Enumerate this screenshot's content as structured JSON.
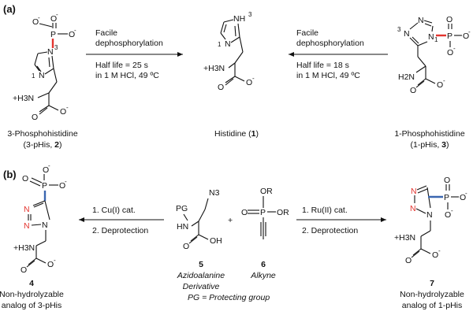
{
  "panels": {
    "a": "(a)",
    "b": "(b)"
  },
  "atoms": {
    "p": "P",
    "o": "O",
    "o_minus": "O",
    "minus": "-",
    "n": "N",
    "nh": "NH",
    "h": "H",
    "ammonium": "+H3N",
    "h2n": "H2N",
    "n3": "N3",
    "hn": "HN",
    "pg": "PG",
    "oh": "OH",
    "or": "OR",
    "num1": "1",
    "num3": "3",
    "plus": "+"
  },
  "panel_a": {
    "left_arrow": {
      "top1": "Facile",
      "top2": "dephosphorylation",
      "bottom1": "Half life = 25 s",
      "bottom2": "in 1 M HCl, 49 ºC"
    },
    "right_arrow": {
      "top1": "Facile",
      "top2": "dephosphorylation",
      "bottom1": "Half life = 18 s",
      "bottom2": "in 1 M HCl, 49 ºC"
    },
    "captions": {
      "left_line1": "3-Phosphohistidine",
      "left_pre": "(3-pHis, ",
      "left_num": "2",
      "left_post": ")",
      "mid_pre": "Histidine (",
      "mid_num": "1",
      "mid_post": ")",
      "right_line1": "1-Phosphohistidine",
      "right_pre": "(1-pHis, ",
      "right_num": "3",
      "right_post": ")"
    }
  },
  "panel_b": {
    "left_arrow": {
      "top": "1. Cu(I) cat.",
      "bottom": "2. Deprotection"
    },
    "right_arrow": {
      "top": "1. Ru(II) cat.",
      "bottom": "2. Deprotection"
    },
    "compounds": {
      "c4": "4",
      "c5": "5",
      "c6": "6",
      "c7": "7",
      "c4_line1": "Non-hydrolyzable",
      "c4_line2": "analog of 3-pHis",
      "c5_line1": "Azidoalanine",
      "c5_line2": "Derivative",
      "c5_line3": "PG = Protecting group",
      "c6_line1": "Alkyne",
      "c7_line1": "Non-hydrolyzable",
      "c7_line2": "analog of 1-pHis"
    }
  },
  "colors": {
    "phosphorus_bond": "#e3342f",
    "carbon_bond": "#3a66b0"
  }
}
